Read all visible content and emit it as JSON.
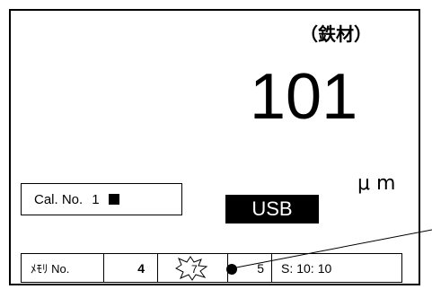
{
  "display": {
    "material": "（鉄材）",
    "reading": "101",
    "unit": "μ m",
    "status_usb": "USB"
  },
  "calibration": {
    "label": "Cal. No.",
    "number": "1"
  },
  "status_row": {
    "memory_label": "ﾒﾓﾘ No.",
    "memory_number": "4",
    "icon_digit": "7",
    "count": "5",
    "time_prefix": "S:",
    "time_hour": "10:",
    "time_minute": "10"
  }
}
